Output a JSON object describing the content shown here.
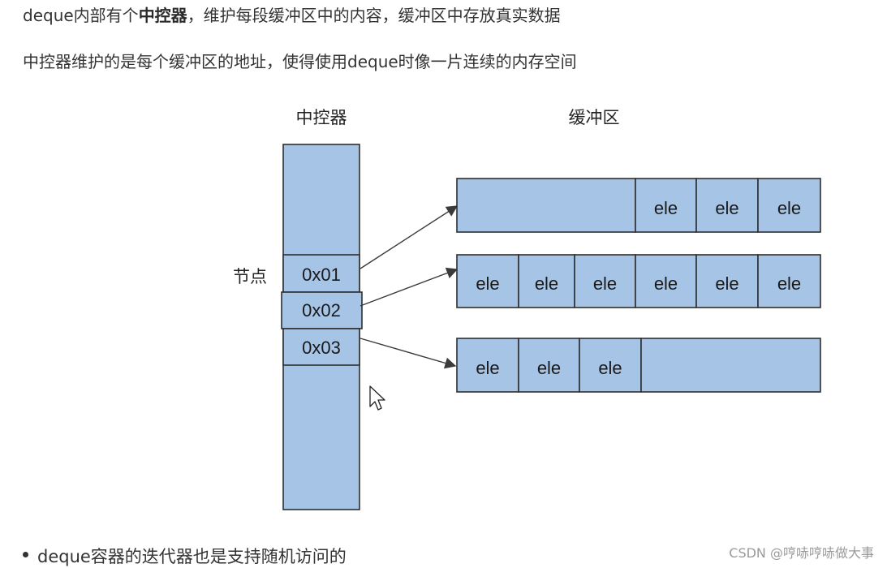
{
  "text": {
    "line1_before": "deque内部有个",
    "line1_strong": "中控器",
    "line1_after": "，维护每段缓冲区中的内容，缓冲区中存放真实数据",
    "line2": "中控器维护的是每个缓冲区的地址，使得使用deque时像一片连续的内存空间",
    "bullet": "deque容器的迭代器也是支持随机访问的",
    "watermark": "CSDN @哼哧哼哧做大事"
  },
  "diagram": {
    "controller_title": "中控器",
    "buffer_title": "缓冲区",
    "node_label": "节点",
    "addresses": [
      "0x01",
      "0x02",
      "0x03"
    ],
    "buffers": [
      [
        "",
        "ele",
        "ele",
        "ele"
      ],
      [
        "ele",
        "ele",
        "ele",
        "ele",
        "ele",
        "ele"
      ],
      [
        "ele",
        "ele",
        "ele",
        ""
      ]
    ]
  },
  "colors": {
    "box_fill": "#a6c4e6",
    "box_stroke": "#2f2f2f"
  }
}
